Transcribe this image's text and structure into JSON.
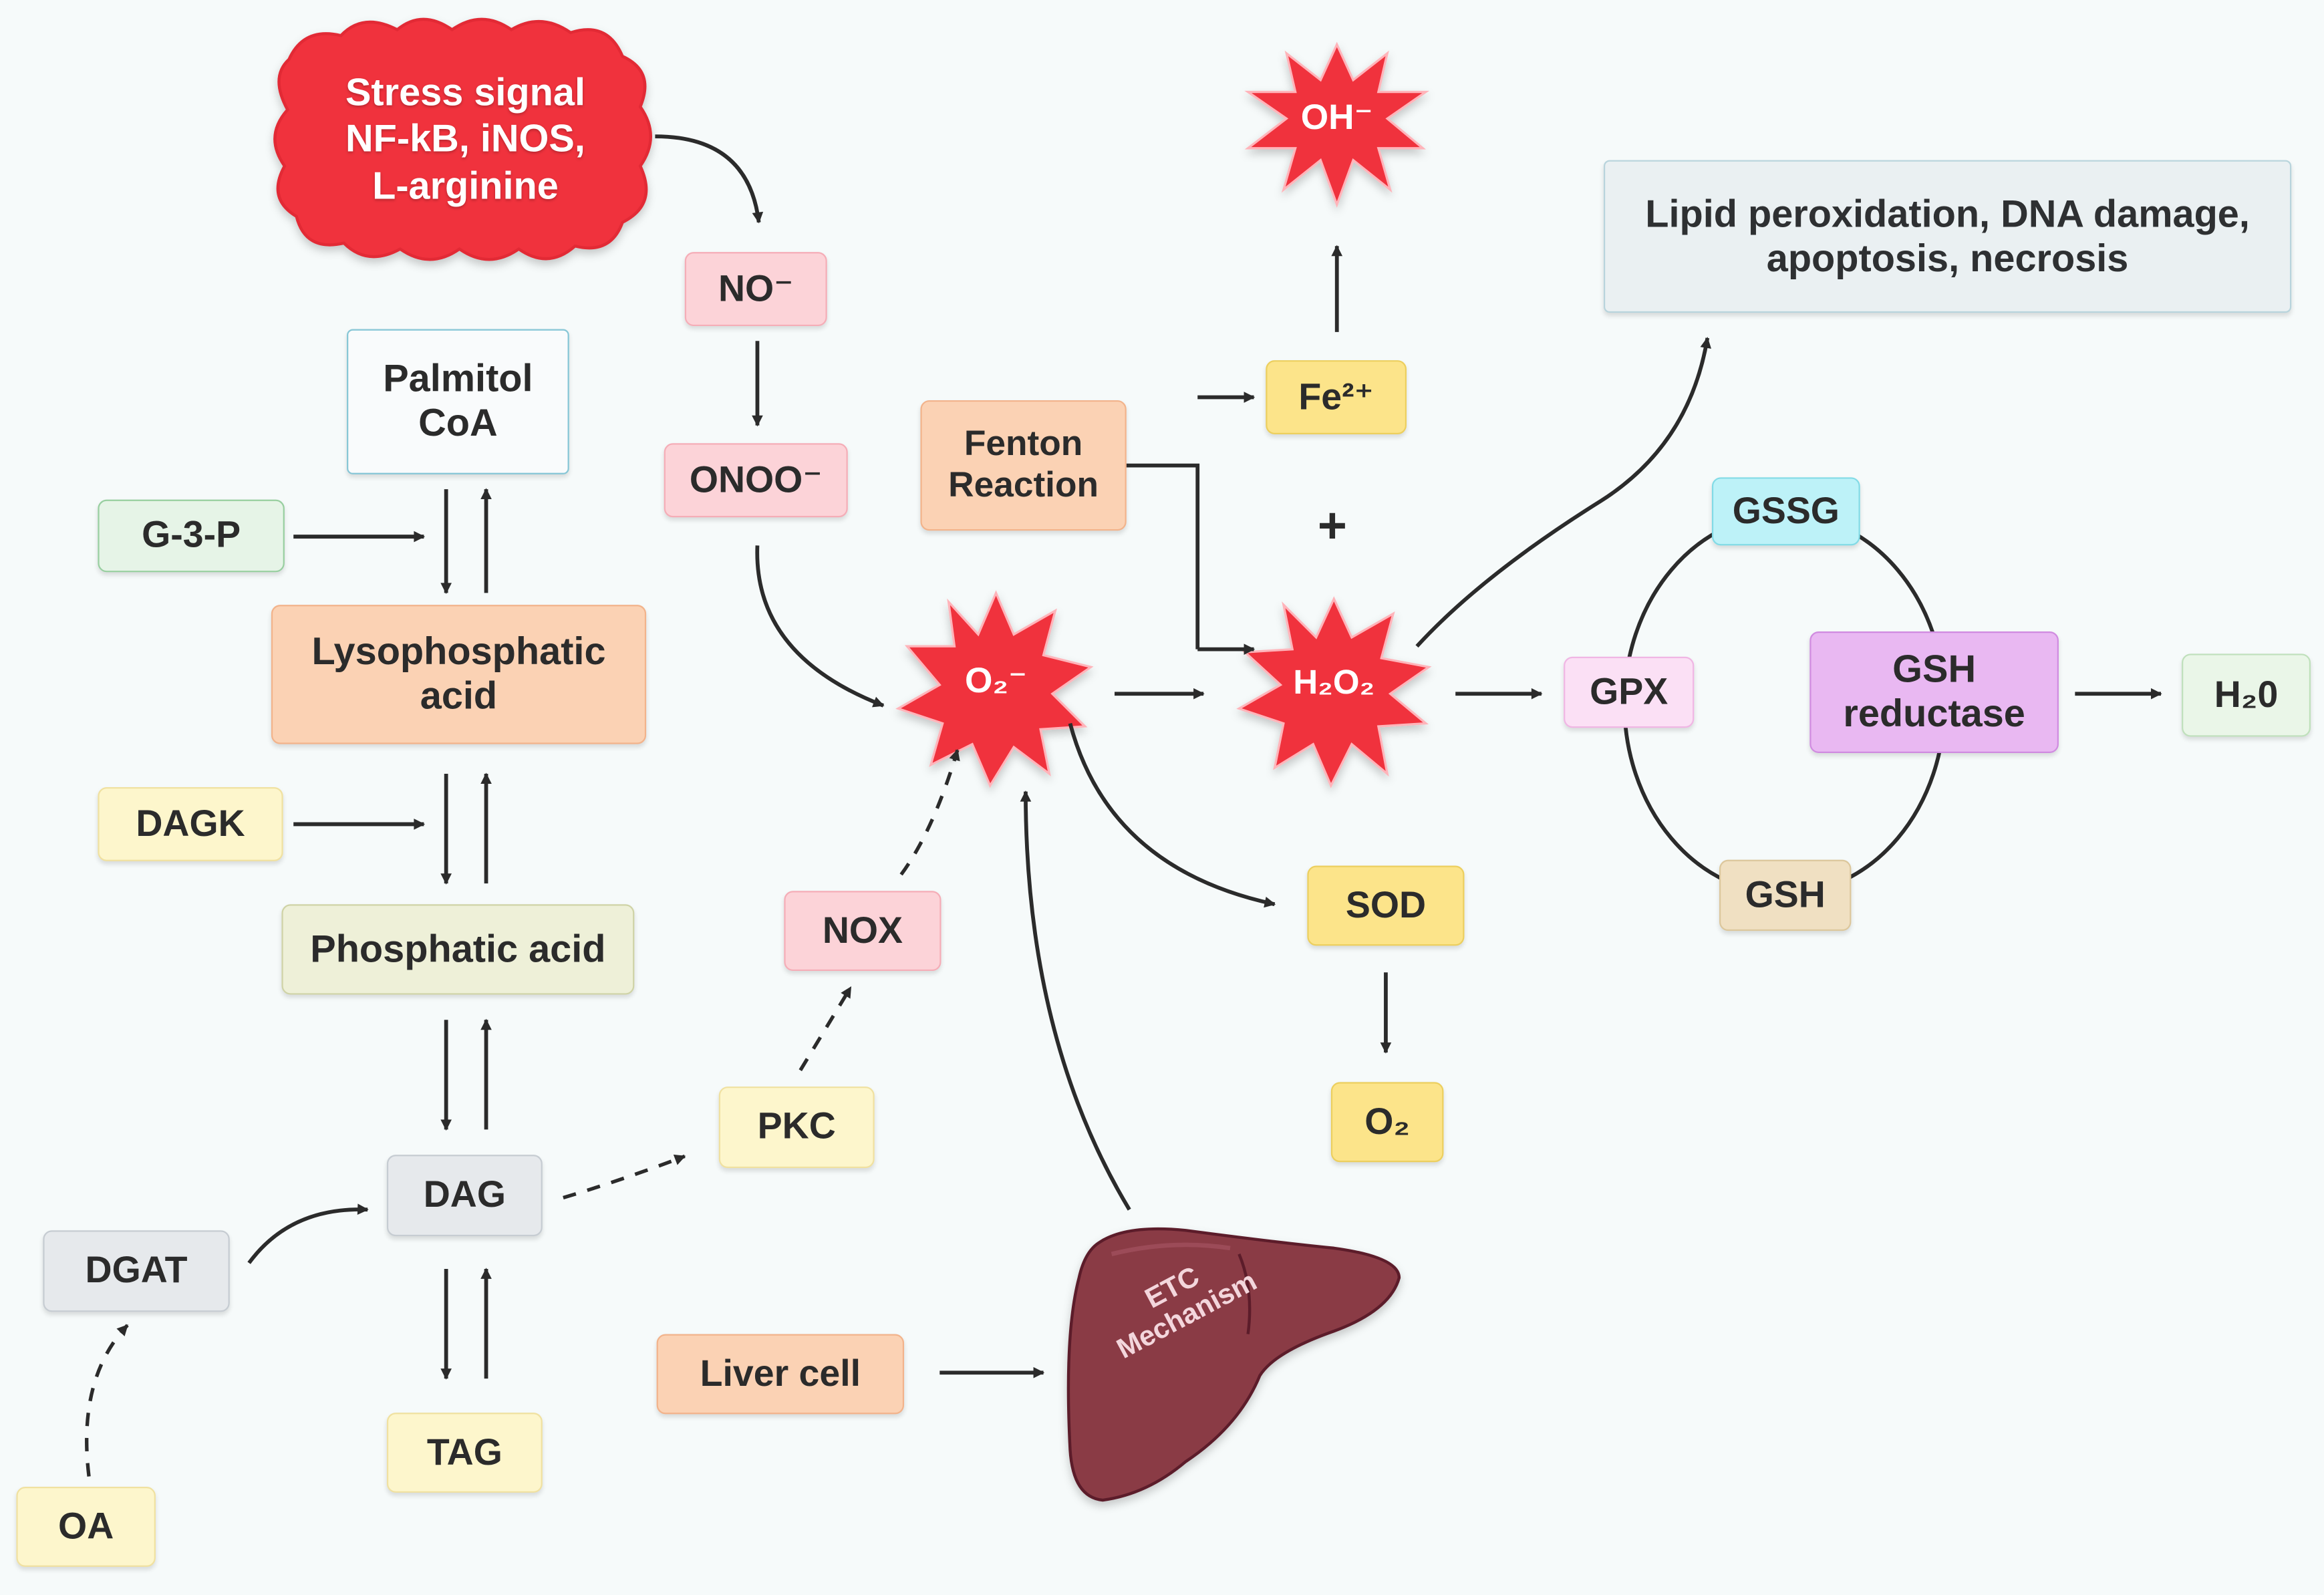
{
  "diagram": {
    "stress_signal": "Stress signal\nNF-kB, iNOS,\nL-arginine",
    "no_radical": "NO⁻",
    "onoo": "ONOO⁻",
    "superoxide": "O₂⁻",
    "hydroxyl": "OH⁻",
    "fenton_reaction": "Fenton\nReaction",
    "fe2": "Fe²⁺",
    "plus": "+",
    "h2o2": "H₂O₂",
    "damage": "Lipid peroxidation, DNA damage,\napoptosis, necrosis",
    "gssg": "GSSG",
    "gpx": "GPX",
    "gsh_reductase": "GSH\nreductase",
    "gsh": "GSH",
    "water": "H₂0",
    "sod": "SOD",
    "oxygen": "O₂",
    "nox": "NOX",
    "pkc": "PKC",
    "palmitol_coa": "Palmitol\nCoA",
    "g3p": "G-3-P",
    "lysophosphatic_acid": "Lysophosphatic\nacid",
    "dagk": "DAGK",
    "phosphatic_acid": "Phosphatic acid",
    "dag": "DAG",
    "dgat": "DGAT",
    "tag": "TAG",
    "oa": "OA",
    "liver_cell": "Liver cell",
    "etc_mechanism": "ETC\nMechanism"
  },
  "colors": {
    "arrow": "#2b2b2b",
    "star_red": "#f0303c",
    "liver": "#8a3a45"
  }
}
